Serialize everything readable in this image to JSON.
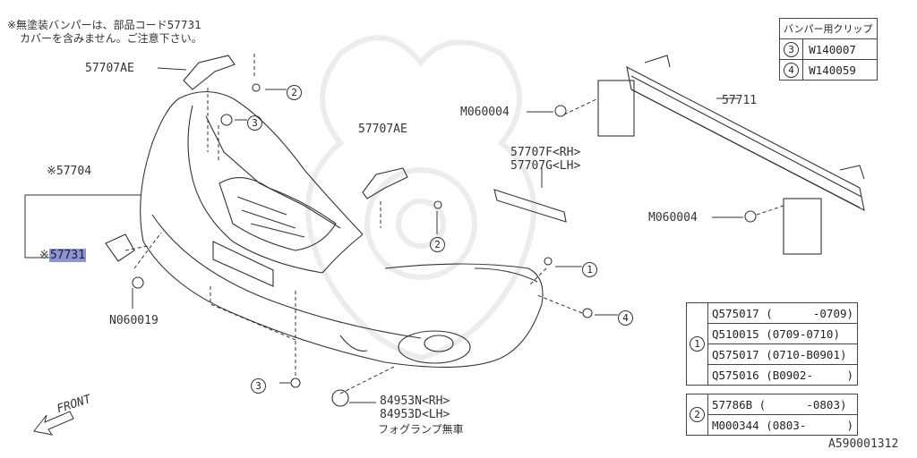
{
  "notes": {
    "line1": "※無塗装バンパーは、部品コード57731",
    "line2": "カバーを含みません。ご注意下さい。"
  },
  "parts": {
    "p57707AE_top": "57707AE",
    "p57707AE_mid": "57707AE",
    "p57704": "※57704",
    "p57731_prefix": "※",
    "p57731": "57731",
    "pN060019": "N060019",
    "pM060004_top": "M060004",
    "pM060004_bottom": "M060004",
    "p57711": "57711",
    "p57707F": "57707F<RH>",
    "p57707G": "57707G<LH>",
    "p84953N": "84953N<RH>",
    "p84953D": "84953D<LH>",
    "fog_note": "フォグランプ無車",
    "front": "FRONT",
    "diagram_id": "A590001312"
  },
  "callouts": {
    "c1": "1",
    "c2": "2",
    "c3": "3",
    "c4": "4"
  },
  "clip_table": {
    "header": "バンパー用クリップ",
    "rows": [
      {
        "mark": "3",
        "part": "W140007"
      },
      {
        "mark": "4",
        "part": "W140059"
      }
    ]
  },
  "table1": {
    "mark": "1",
    "rows": [
      "Q575017 (      -0709)",
      "Q510015 (0709-0710)",
      "Q575017 (0710-B0901)",
      "Q575016 (B0902-     )"
    ]
  },
  "table2": {
    "mark": "2",
    "rows": [
      "57786B (      -0803)",
      "M000344 (0803-      )"
    ]
  }
}
